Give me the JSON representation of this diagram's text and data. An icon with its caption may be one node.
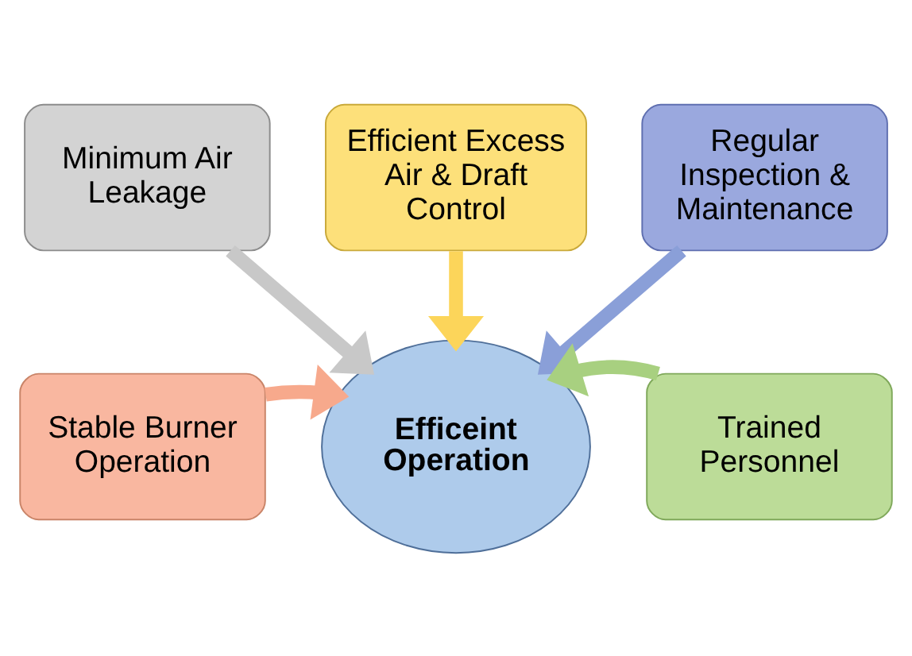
{
  "diagram": {
    "nodes": [
      {
        "text": [
          "Minimum Air Leakage"
        ]
      },
      {
        "text": [
          "Efficient Excess Air & Draft Control"
        ]
      },
      {
        "text": [
          "Regular Inspection & Maintenance"
        ]
      },
      {
        "text": [
          "Stable Burner Operation"
        ]
      },
      {
        "text": [
          "Efficeint Operation"
        ]
      },
      {
        "text": [
          "Trained Personnel"
        ]
      }
    ],
    "edges": [
      {
        "from": 0,
        "to": 4,
        "arrow": "to",
        "color": "#c8c8c8"
      },
      {
        "from": 1,
        "to": 4,
        "arrow": "to",
        "color": "#fcd55a"
      },
      {
        "from": 2,
        "to": 4,
        "arrow": "to",
        "color": "#8a9fd8"
      },
      {
        "from": 3,
        "to": 4,
        "arrow": "to",
        "color": "#f7a98c"
      },
      {
        "from": 5,
        "to": 4,
        "arrow": "to",
        "color": "#a8d080"
      }
    ]
  }
}
